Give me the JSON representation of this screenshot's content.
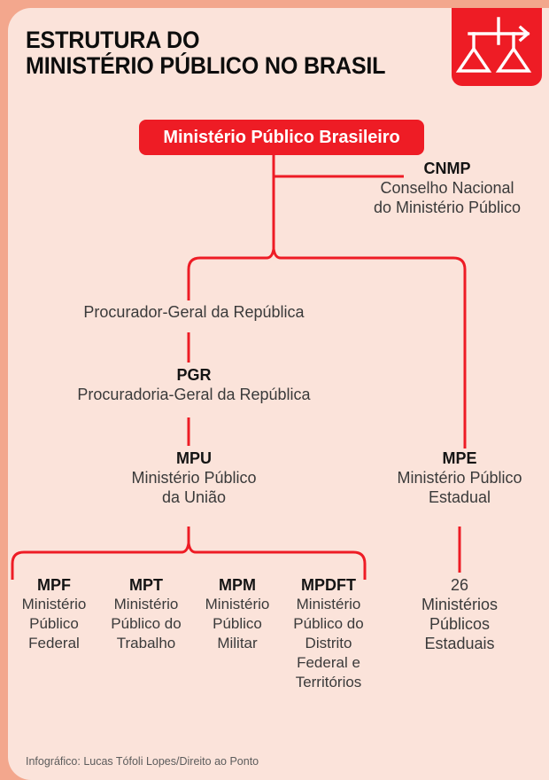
{
  "title": "ESTRUTURA DO\nMINISTÉRIO PÚBLICO NO BRASIL",
  "logo": {
    "name": "scales-of-justice-icon",
    "color": "#ee1c25"
  },
  "colors": {
    "accent_red": "#ee1c25",
    "panel_background": "#fbe3da",
    "frame_border": "#f3a78d",
    "text_dark": "#333333",
    "title_black": "#0d0d0d",
    "credit_gray": "#5c5c5c"
  },
  "root": {
    "label": "Ministério Público Brasileiro"
  },
  "nodes": {
    "cnmp": {
      "acronym": "CNMP",
      "description": "Conselho Nacional\ndo Ministério Público"
    },
    "pgr_person": {
      "description": "Procurador-Geral da República"
    },
    "pgr": {
      "acronym": "PGR",
      "description": "Procuradoria-Geral da República"
    },
    "mpu": {
      "acronym": "MPU",
      "description": "Ministério Público\nda União"
    },
    "mpe": {
      "acronym": "MPE",
      "description": "Ministério Público\nEstadual"
    },
    "mpe_count": {
      "description": "26\nMinistérios\nPúblicos\nEstaduais"
    }
  },
  "mpu_branches": [
    {
      "acronym": "MPF",
      "description": "Ministério\nPúblico\nFederal"
    },
    {
      "acronym": "MPT",
      "description": "Ministério\nPúblico do\nTrabalho"
    },
    {
      "acronym": "MPM",
      "description": "Ministério\nPúblico\nMilitar"
    },
    {
      "acronym": "MPDFT",
      "description": "Ministério\nPúblico do\nDistrito\nFederal e\nTerritórios"
    }
  ],
  "credit": "Infográfico: Lucas Tófoli Lopes/Direito ao Ponto"
}
